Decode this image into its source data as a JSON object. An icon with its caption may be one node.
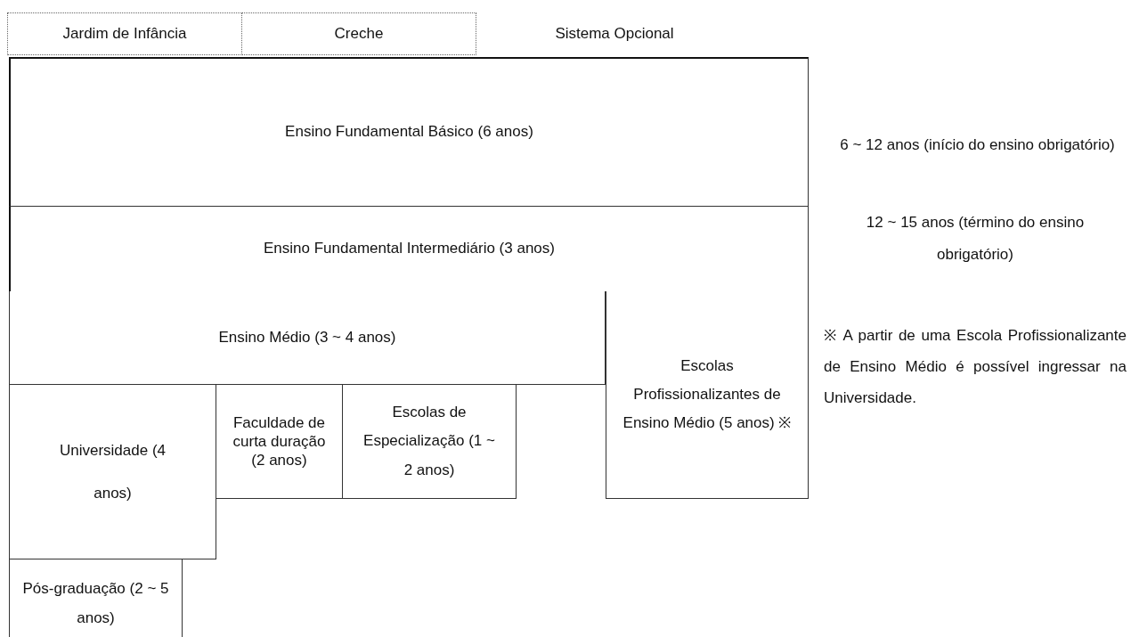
{
  "diagram": {
    "nodes": [
      {
        "text": [
          "Jardim de Infância"
        ]
      },
      {
        "text": [
          "Creche"
        ]
      },
      {
        "text": [
          "Sistema Opcional"
        ]
      },
      {
        "text": [
          "Ensino Fundamental Básico (6 anos)"
        ],
        "beside": [
          "6 ~ 12 anos (início do ensino obrigatório)"
        ]
      },
      {
        "text": [
          "Ensino Fundamental Intermediário (3 anos)"
        ],
        "beside": [
          "12 ~ 15 anos (término do ensino obrigatório)"
        ]
      },
      {
        "text": [
          "Ensino Médio (3 ~ 4 anos)"
        ]
      },
      {
        "text": [
          "Escolas Profissionalizantes de Ensino Médio (5 anos) ※"
        ]
      },
      {
        "text": [
          "Universidade (4 anos)"
        ]
      },
      {
        "text": [
          "Faculdade de curta duração (2 anos)"
        ]
      },
      {
        "text": [
          "Escolas de Especialização (1 ~ 2 anos)"
        ]
      },
      {
        "text": [
          "Pós-graduação (2 ~ 5 anos)"
        ]
      }
    ],
    "edges": [],
    "labels": [
      "※ A partir de uma Escola Profissionalizante de Ensino Médio é possível ingressar na Universidade."
    ]
  }
}
